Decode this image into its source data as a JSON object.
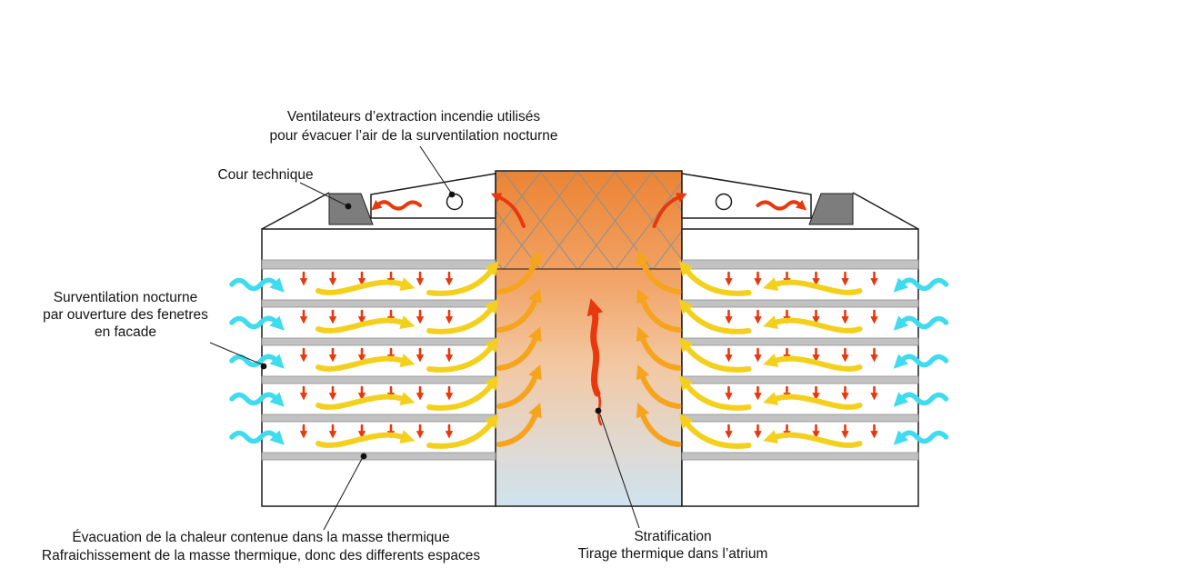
{
  "diagram": {
    "labels": {
      "fans": {
        "line1": "Ventilateurs d’extraction incendie utilisés",
        "line2": "pour évacuer l’air de la surventilation nocturne"
      },
      "cour_technique": {
        "text": "Cour technique"
      },
      "surventilation": {
        "line1": "Surventilation nocturne",
        "line2": "par ouverture des fenetres",
        "line3": "en facade"
      },
      "evacuation": {
        "line1": "Évacuation de la chaleur contenue dans la masse thermique",
        "line2": "Rafraichissement de la masse thermique, donc des differents espaces"
      },
      "stratification": {
        "line1": "Stratification",
        "line2": "Tirage thermique dans l’atrium"
      }
    },
    "colors": {
      "fresh_air": "#3fdbef",
      "warm_air": "#f4d01e",
      "rising_air": "#f6a41d",
      "heat": "#e8380d",
      "atrium_top": "#ec8434",
      "atrium_bottom": "#cfe3ef",
      "slab": "#c2c2c2",
      "structure": "#7d7d7d",
      "outline": "#1c1c1c"
    }
  }
}
